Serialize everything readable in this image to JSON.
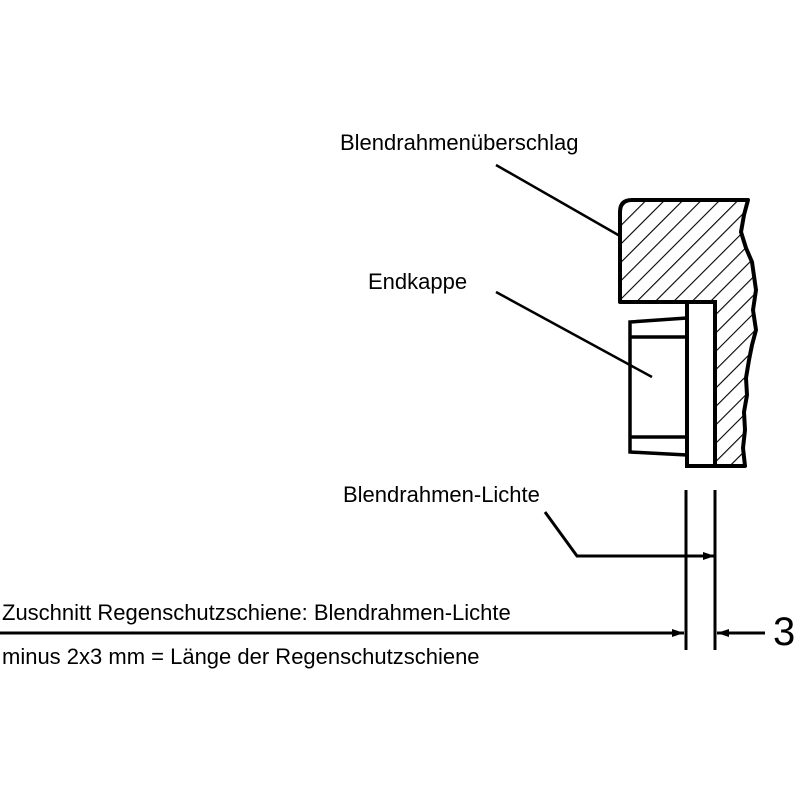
{
  "labels": {
    "overlap": "Blendrahmenüberschlag",
    "end_cap": "Endkappe",
    "clear_width": "Blendrahmen-Lichte",
    "cut_line1": "Zuschnitt Regenschutzschiene: Blendrahmen-Lichte",
    "cut_line2": "minus 2x3 mm = Länge der Regenschutzschiene",
    "dimension": "3"
  }
}
